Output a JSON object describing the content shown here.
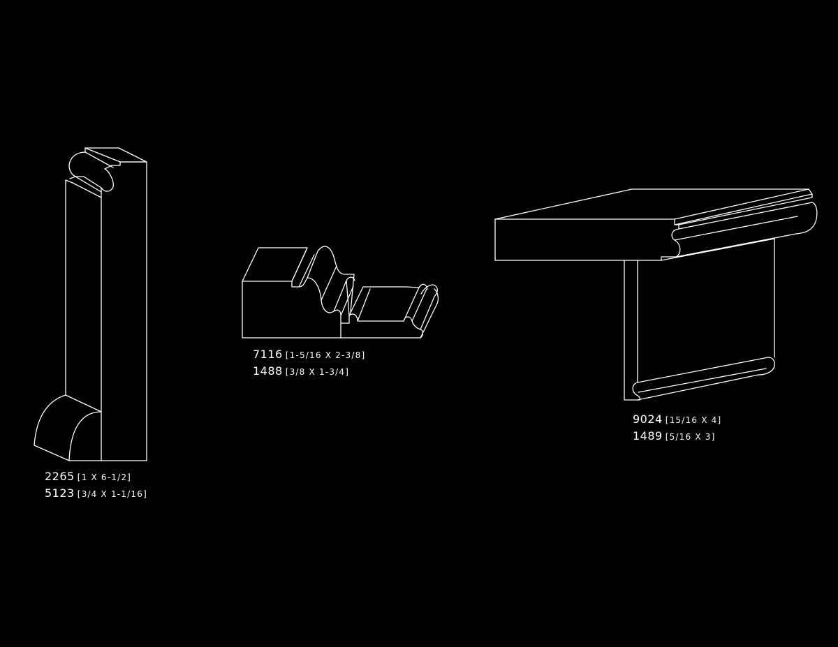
{
  "colors": {
    "background": "#000000",
    "line": "#ffffff",
    "text": "#ffffff"
  },
  "profiles": [
    {
      "labels": [
        {
          "code": "2265",
          "dims": "[1 X 6-1/2]"
        },
        {
          "code": "5123",
          "dims": "[3/4 X 1-1/16]"
        }
      ]
    },
    {
      "labels": [
        {
          "code": "7116",
          "dims": "[1-5/16 X 2-3/8]"
        },
        {
          "code": "1488",
          "dims": "[3/8 X 1-3/4]"
        }
      ]
    },
    {
      "labels": [
        {
          "code": "9024",
          "dims": "[15/16 X 4]"
        },
        {
          "code": "1489",
          "dims": "[5/16 X 3]"
        }
      ]
    }
  ]
}
